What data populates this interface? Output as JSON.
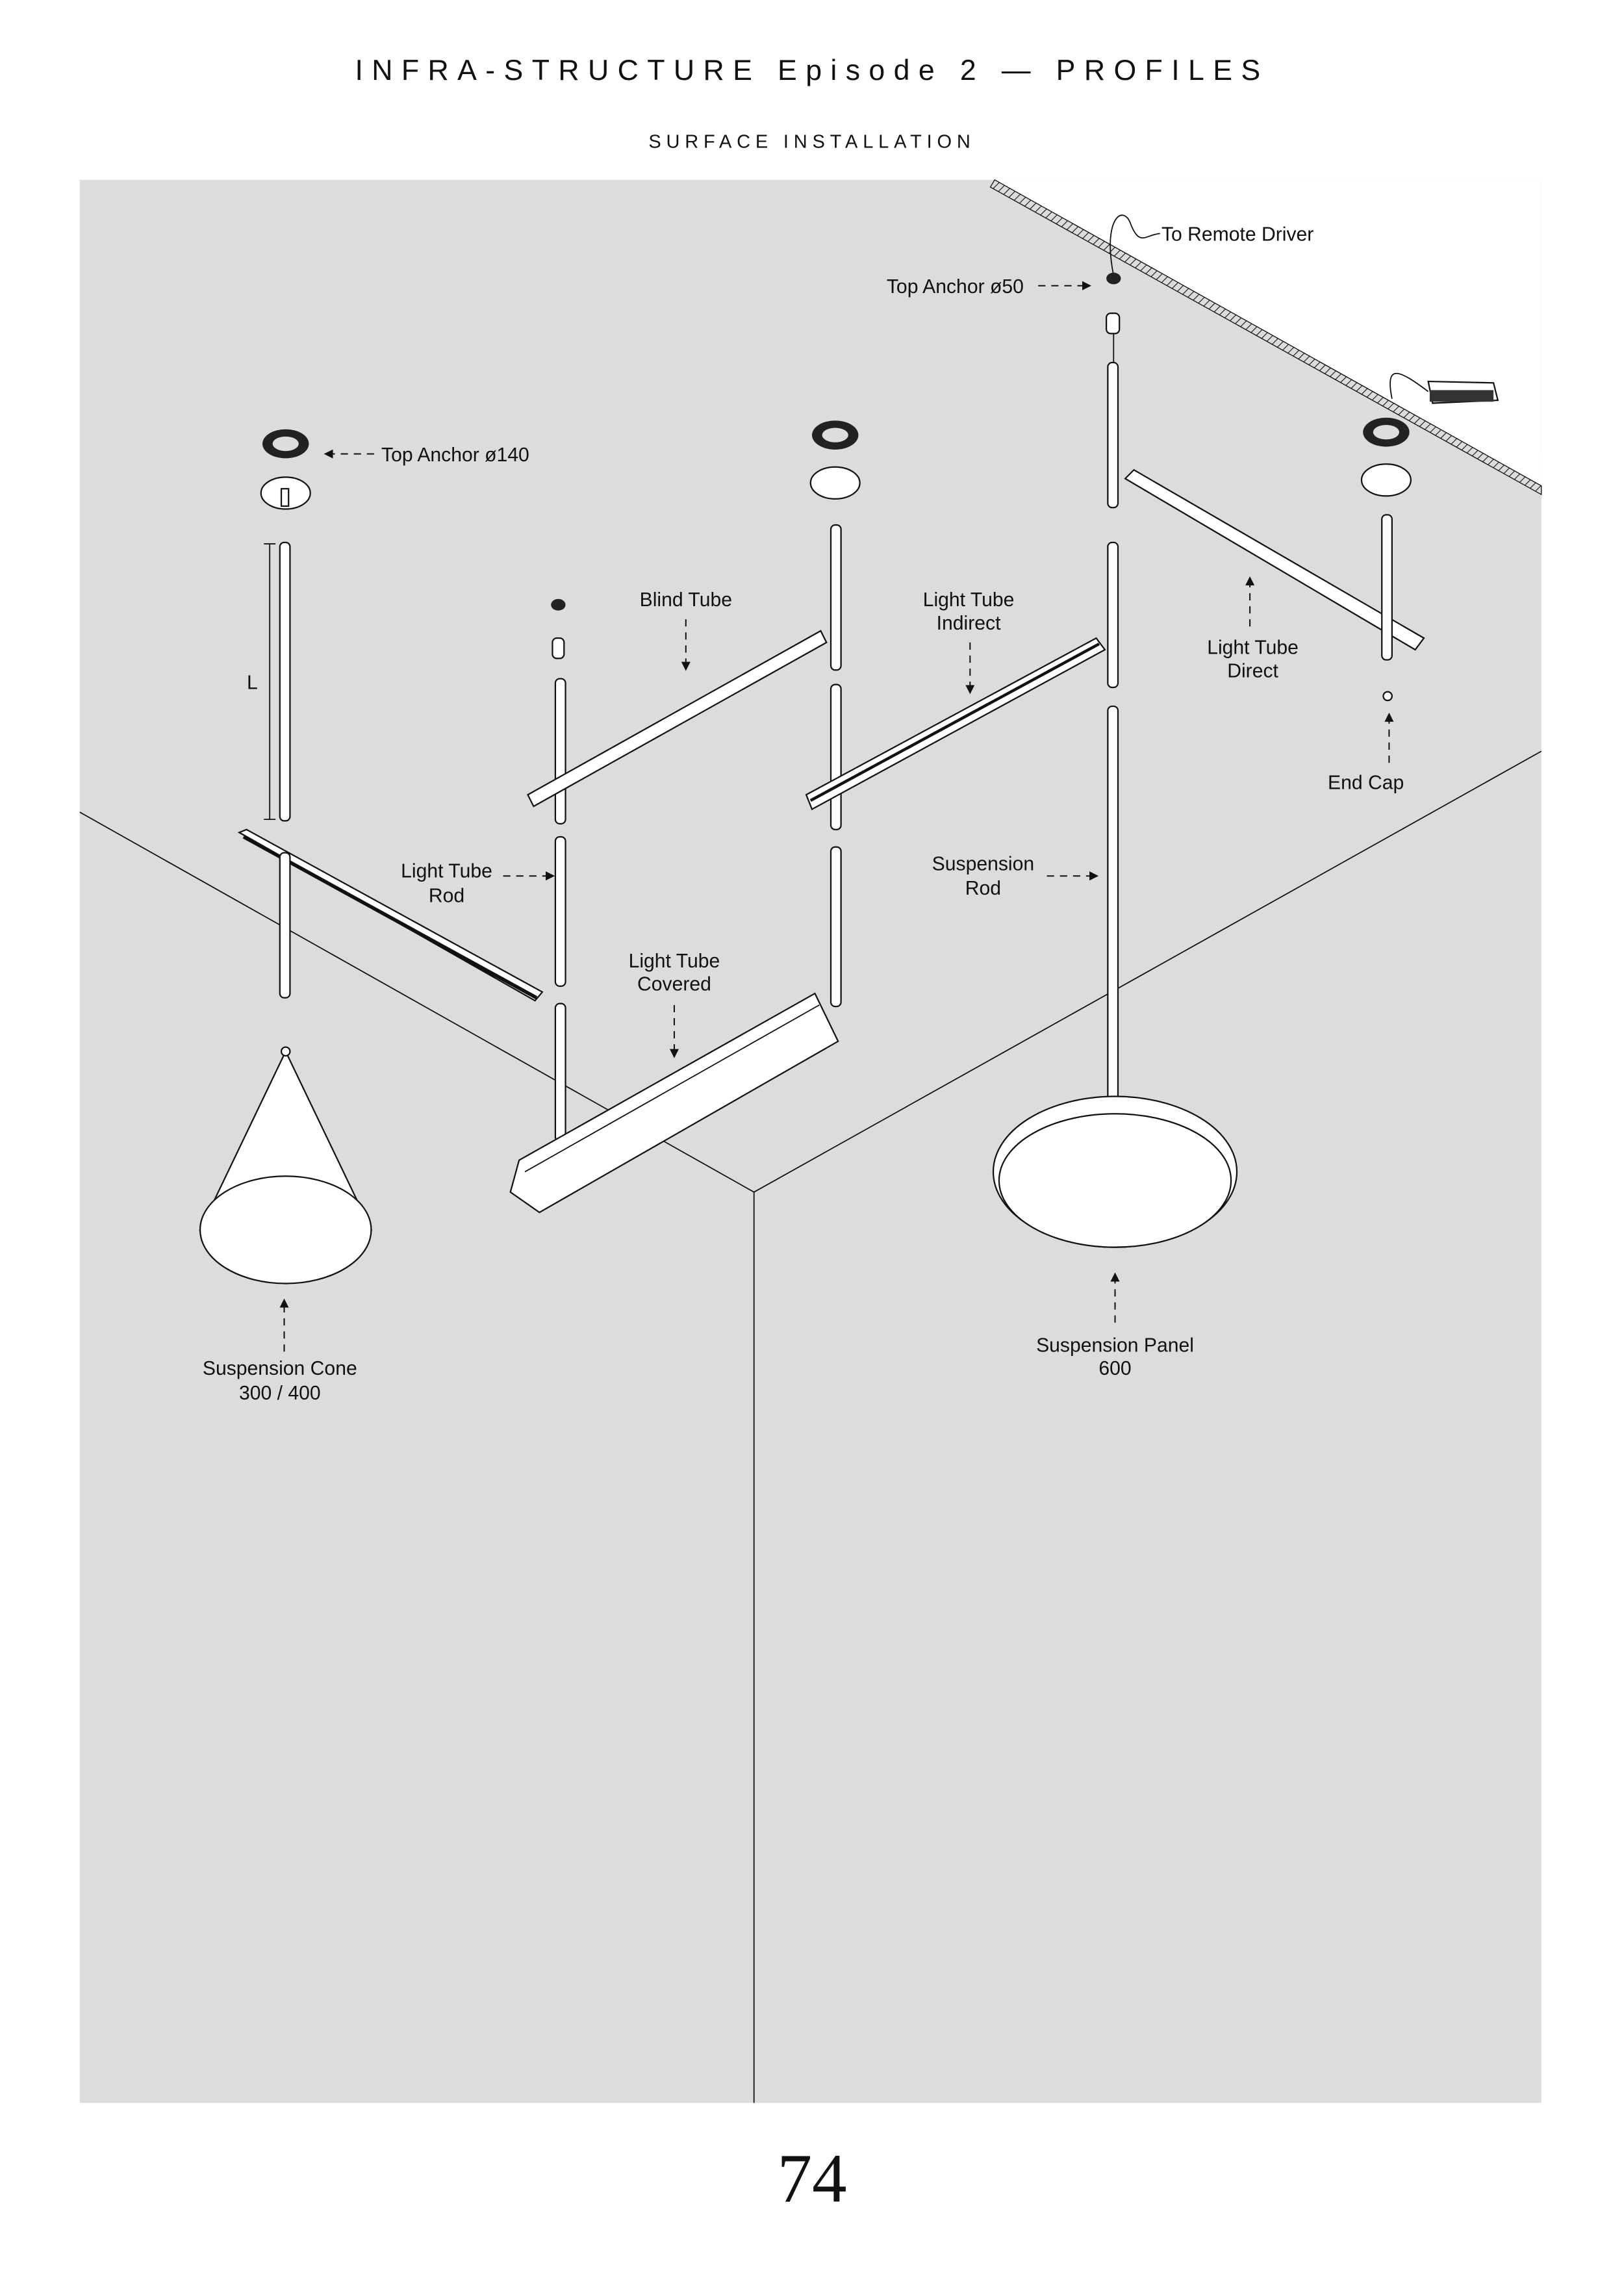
{
  "header": {
    "title": "INFRA-STRUCTURE Episode 2 — PROFILES",
    "subtitle": "SURFACE INSTALLATION"
  },
  "labels": {
    "top_anchor_140": "Top Anchor ø140",
    "length": "L",
    "blind_tube": "Blind Tube",
    "light_tube_indirect": [
      "Light Tube",
      "Indirect"
    ],
    "light_tube_direct": [
      "Light Tube",
      "Direct"
    ],
    "end_cap": "End Cap",
    "top_anchor_50": "Top Anchor ø50",
    "remote_driver": "To Remote Driver",
    "light_tube_rod": [
      "Light Tube",
      "Rod"
    ],
    "suspension_rod": [
      "Suspension",
      "Rod"
    ],
    "light_tube_covered": [
      "Light Tube",
      "Covered"
    ],
    "suspension_cone": [
      "Suspension Cone",
      "300 / 400"
    ],
    "suspension_panel": [
      "Suspension Panel",
      "600"
    ]
  },
  "page_number": "74",
  "colors": {
    "panel": "#dcdcdb",
    "ink": "#111111"
  }
}
